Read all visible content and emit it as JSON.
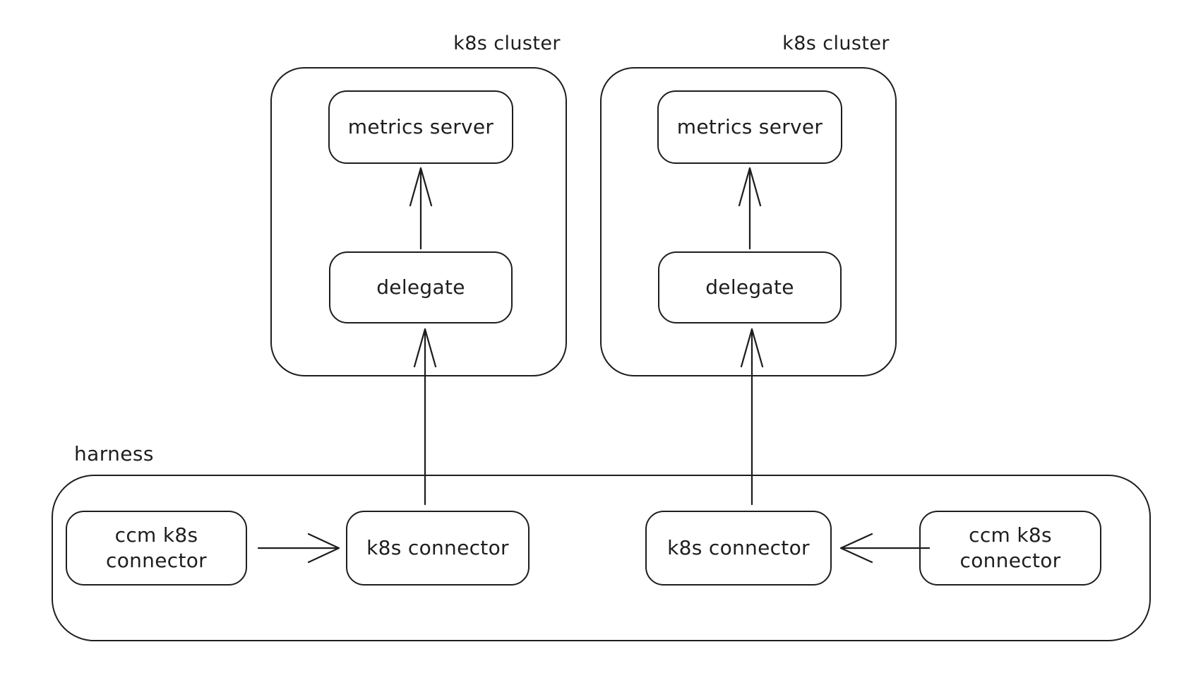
{
  "colors": {
    "stroke": "#1e1e1e",
    "background": "#ffffff"
  },
  "diagram": {
    "clusters": [
      {
        "label": "k8s cluster",
        "metrics_server": "metrics server",
        "delegate": "delegate"
      },
      {
        "label": "k8s cluster",
        "metrics_server": "metrics server",
        "delegate": "delegate"
      }
    ],
    "harness": {
      "label": "harness",
      "ccm_connector_left": "ccm k8s\nconnector",
      "k8s_connector_left": "k8s connector",
      "k8s_connector_right": "k8s connector",
      "ccm_connector_right": "ccm k8s\nconnector"
    },
    "edges": [
      {
        "from": "delegate-left",
        "to": "metrics-server-left"
      },
      {
        "from": "delegate-right",
        "to": "metrics-server-right"
      },
      {
        "from": "k8s-connector-left",
        "to": "delegate-left"
      },
      {
        "from": "k8s-connector-right",
        "to": "delegate-right"
      },
      {
        "from": "ccm-k8s-connector-left",
        "to": "k8s-connector-left"
      },
      {
        "from": "ccm-k8s-connector-right",
        "to": "k8s-connector-right"
      }
    ]
  }
}
